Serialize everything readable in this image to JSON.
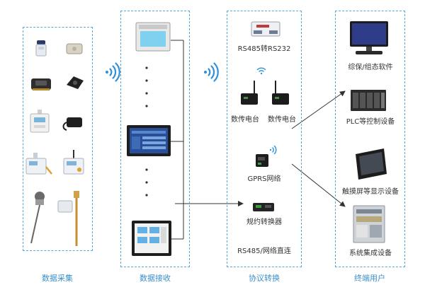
{
  "stages": [
    {
      "caption": "数据采集"
    },
    {
      "caption": "数据接收"
    },
    {
      "caption": "协议转换"
    },
    {
      "caption": "终端用户"
    }
  ],
  "protocol": {
    "rs485_to_rs232": "RS485转RS232",
    "radio_1": "数传电台",
    "radio_2": "数传电台",
    "gprs": "GPRS网络",
    "converter": "规约转换器",
    "direct": "RS485/网络直连"
  },
  "users": {
    "software": "综保/组态软件",
    "plc": "PLC等控制设备",
    "touch": "触摸屏等显示设备",
    "integration": "系统集成设备"
  },
  "colors": {
    "panel_border": "#55a7dc",
    "caption": "#3b8fcb",
    "wifi": "#2f8fd8",
    "connector": "#333333"
  }
}
